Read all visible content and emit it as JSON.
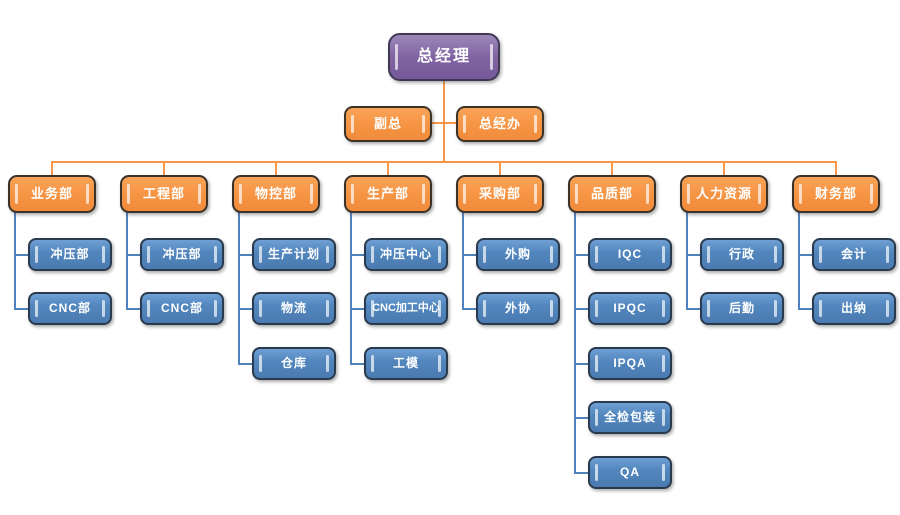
{
  "org_chart": {
    "root": {
      "label": "总经理"
    },
    "level2": [
      {
        "label": "副总"
      },
      {
        "label": "总经办"
      }
    ],
    "departments": [
      {
        "label": "业务部",
        "children": [
          {
            "label": "冲压部"
          },
          {
            "label": "CNC部"
          }
        ]
      },
      {
        "label": "工程部",
        "children": [
          {
            "label": "冲压部"
          },
          {
            "label": "CNC部"
          }
        ]
      },
      {
        "label": "物控部",
        "children": [
          {
            "label": "生产计划"
          },
          {
            "label": "物流"
          },
          {
            "label": "仓库"
          }
        ]
      },
      {
        "label": "生产部",
        "children": [
          {
            "label": "冲压中心"
          },
          {
            "label": "CNC加工中心"
          },
          {
            "label": "工模"
          }
        ]
      },
      {
        "label": "采购部",
        "children": [
          {
            "label": "外购"
          },
          {
            "label": "外协"
          }
        ]
      },
      {
        "label": "品质部",
        "children": [
          {
            "label": "IQC"
          },
          {
            "label": "IPQC"
          },
          {
            "label": "IPQA"
          },
          {
            "label": "全检包装"
          },
          {
            "label": "QA"
          }
        ]
      },
      {
        "label": "人力资源",
        "children": [
          {
            "label": "行政"
          },
          {
            "label": "后勤"
          }
        ]
      },
      {
        "label": "财务部",
        "children": [
          {
            "label": "会计"
          },
          {
            "label": "出纳"
          }
        ]
      }
    ],
    "colors": {
      "root_fill": "#8064A2",
      "dept_fill": "#F79646",
      "sub_fill": "#4F81BD",
      "connector_orange": "#F79646",
      "connector_blue": "#4F81BD",
      "text": "#FFFFFF",
      "background": "#FFFFFF"
    }
  }
}
